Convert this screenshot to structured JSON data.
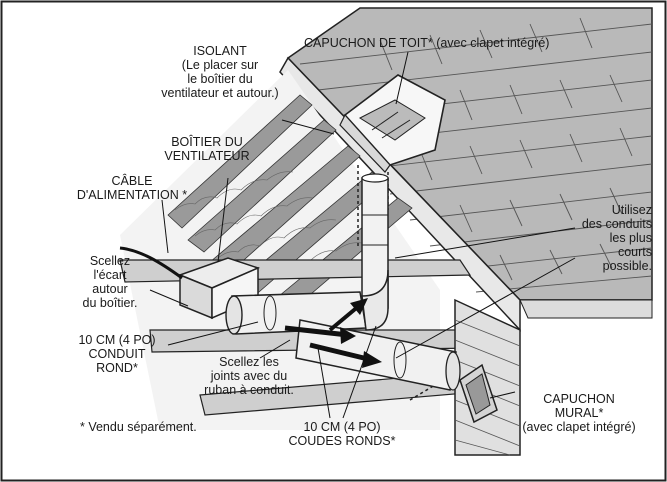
{
  "labels": {
    "roof_cap": "CAPUCHON DE TOIT* (avec clapet intégré)",
    "insulation": [
      "ISOLANT",
      "(Le placer sur",
      "le boîtier du",
      "ventilateur et autour.)"
    ],
    "fan_housing": [
      "BOÎTIER DU",
      "VENTILATEUR"
    ],
    "power_cable": [
      "CÂBLE",
      "D'ALIMENTATION *"
    ],
    "seal_gap": [
      "Scellez",
      "l'écart",
      "autour",
      "du boîtier."
    ],
    "round_duct": [
      "10 CM (4 PO)",
      "CONDUIT",
      "ROND*"
    ],
    "seal_joints": [
      "Scellez les",
      "joints  avec du",
      "ruban à conduit."
    ],
    "short_ducts": [
      "Utilisez",
      "des conduits",
      "les plus",
      "courts",
      "possible."
    ],
    "wall_cap": [
      "CAPUCHON",
      "MURAL*",
      "(avec clapet intégré)"
    ],
    "round_elbows": [
      "10 CM (4 PO)",
      "COUDES RONDS*"
    ],
    "sold_separately": "* Vendu séparément."
  }
}
